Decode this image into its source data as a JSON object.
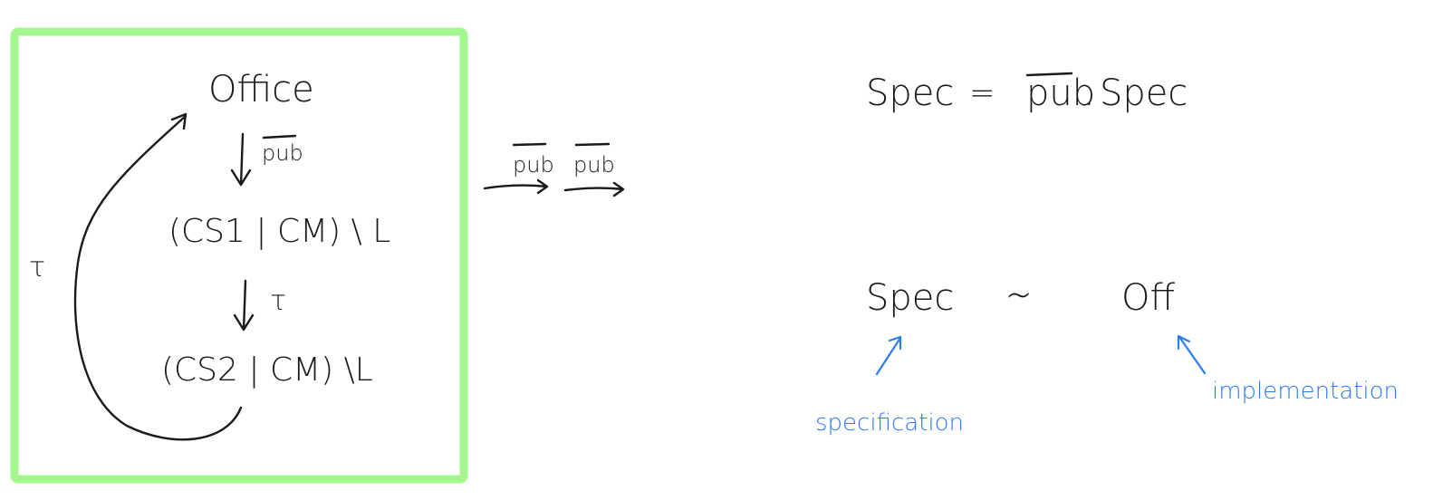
{
  "box": {
    "border_color": "#a4f78f"
  },
  "lts": {
    "state_office": "Office",
    "arrow_pub_label": "pub",
    "state_cs1": "(CS1 | CM) \\ L",
    "arrow_tau_label": "τ",
    "state_cs2": "(CS2 | CM) \\L",
    "loop_tau_label": "τ"
  },
  "trace": {
    "first_label": "pub",
    "second_label": "pub"
  },
  "spec_eq": {
    "lhs": "Spec",
    "equals": "=",
    "action": "pub",
    "dot": ".",
    "rhs": "Spec"
  },
  "equiv": {
    "lhs": "Spec",
    "relation": "∼",
    "rhs": "Off"
  },
  "notes": {
    "specification": "specification",
    "implementation": "implementation",
    "color": "#2f7bef"
  }
}
